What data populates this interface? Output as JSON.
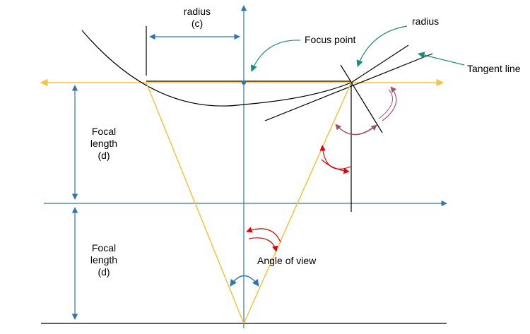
{
  "labels": {
    "radius_top_line1": "radius",
    "radius_top_line2": "(c)",
    "radius_right": "radius",
    "focus_point": "Focus point",
    "tangent_line": "Tangent line",
    "focal_upper_line1": "Focal",
    "focal_upper_line2": "length",
    "focal_upper_line3": "(d)",
    "focal_lower_line1": "Focal",
    "focal_lower_line2": "length",
    "focal_lower_line3": "(d)",
    "angle_of_view": "Angle of view"
  },
  "colors": {
    "axis_blue": "#2e75b6",
    "yellow": "#f5c242",
    "teal": "#1a8c7a",
    "red": "#e00000",
    "mauve": "#a05070",
    "black": "#000000"
  }
}
